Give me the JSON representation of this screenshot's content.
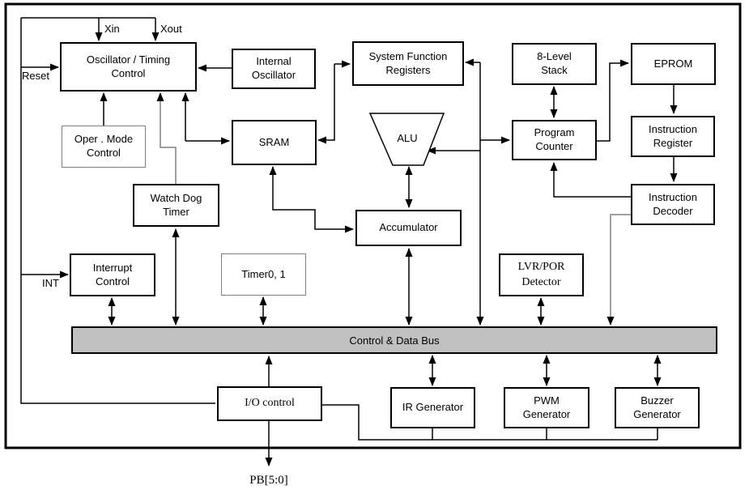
{
  "blocks": {
    "oscillator_timing": {
      "label": "Oscillator / Timing\nControl"
    },
    "internal_oscillator": {
      "label": "Internal\nOscillator"
    },
    "system_function_registers": {
      "label": "System Function\nRegisters"
    },
    "stack": {
      "label": "8-Level\nStack"
    },
    "eprom": {
      "label": "EPROM"
    },
    "oper_mode": {
      "label": "Oper . Mode\nControl"
    },
    "sram": {
      "label": "SRAM"
    },
    "alu": {
      "label": "ALU"
    },
    "program_counter": {
      "label": "Program\nCounter"
    },
    "instruction_register": {
      "label": "Instruction\nRegister"
    },
    "watch_dog_timer": {
      "label": "Watch Dog\nTimer"
    },
    "accumulator": {
      "label": "Accumulator"
    },
    "instruction_decoder": {
      "label": "Instruction\nDecoder"
    },
    "interrupt_control": {
      "label": "Interrupt\nControl"
    },
    "timer01": {
      "label": "Timer0, 1"
    },
    "lvr_por": {
      "label": "LVR/POR\nDetector"
    },
    "io_control": {
      "label": "I/O control"
    },
    "ir_generator": {
      "label": "IR Generator"
    },
    "pwm_generator": {
      "label": "PWM\nGenerator"
    },
    "buzzer_generator": {
      "label": "Buzzer\nGenerator"
    }
  },
  "bus": {
    "label": "Control  & Data Bus",
    "fill": "#c0c0c0"
  },
  "pins": {
    "xin": "Xin",
    "xout": "Xout",
    "reset": "Reset",
    "int": "INT",
    "pb": "PB[5:0]"
  },
  "colors": {
    "line": "#000000",
    "gray_line": "#808080",
    "bus_fill": "#c0c0c0"
  }
}
